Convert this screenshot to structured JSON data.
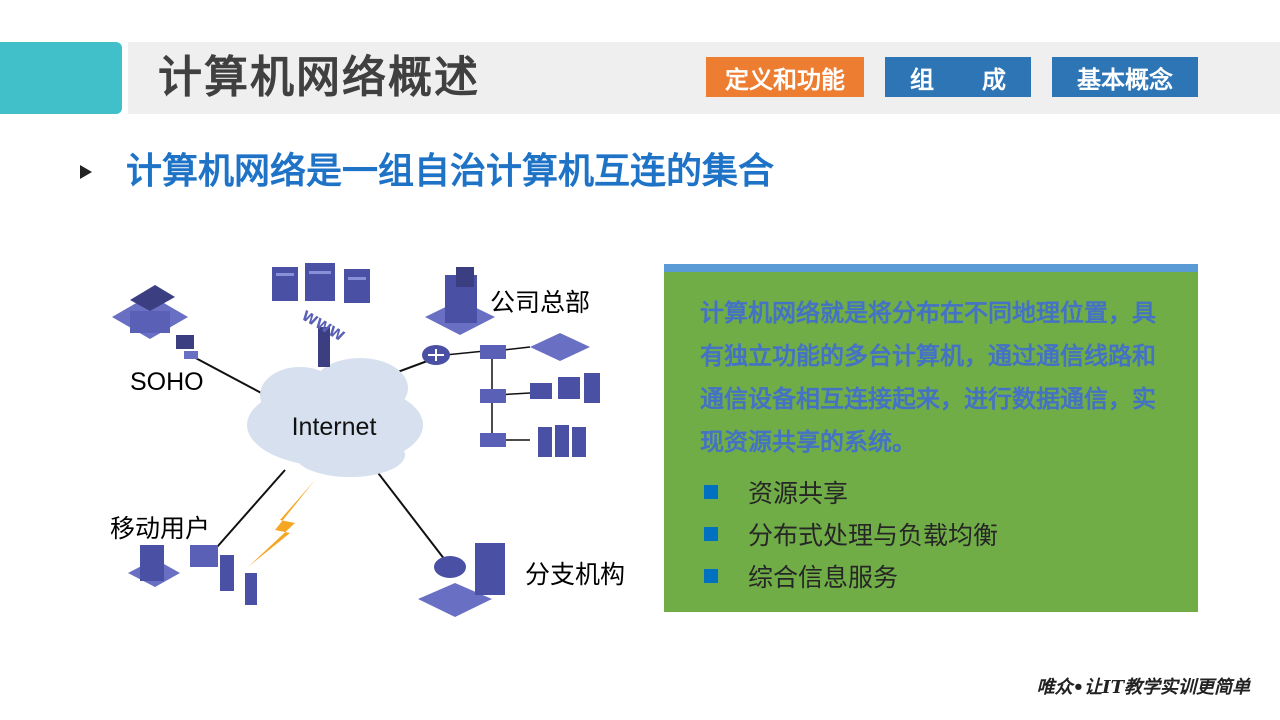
{
  "header": {
    "title": "计算机网络概述",
    "tabs": [
      {
        "label": "定义和功能",
        "color": "#ed7d31"
      },
      {
        "label": "组　　成",
        "color": "#2e75b6"
      },
      {
        "label": "基本概念",
        "color": "#2e75b6"
      }
    ]
  },
  "subtitle": "计算机网络是一组自治计算机互连的集合",
  "diagram": {
    "cloud_label": "Internet",
    "labels": {
      "soho": "SOHO",
      "hq": "公司总部",
      "mobile": "移动用户",
      "branch": "分支机构"
    },
    "www_text": "WWW"
  },
  "panel": {
    "definition": "计算机网络就是将分布在不同地理位置，具有独立功能的多台计算机，通过通信线路和通信设备相互连接起来，进行数据通信，实现资源共享的系统。",
    "items": [
      "资源共享",
      "分布式处理与负载均衡",
      "综合信息服务"
    ]
  },
  "footer": "唯众•让IT教学实训更简单",
  "colors": {
    "accent_teal": "#41c0c9",
    "tab_orange": "#ed7d31",
    "tab_blue": "#2e75b6",
    "panel_green": "#70ad47",
    "heading_blue": "#1f73c7"
  }
}
